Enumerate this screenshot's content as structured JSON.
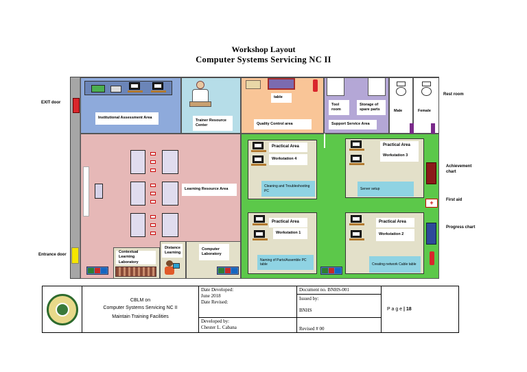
{
  "header": {
    "title": "Workshop Layout",
    "subtitle": "Computer Systems Servicing NC II"
  },
  "outside_labels": {
    "exit_door": "EXIT door",
    "entrance_door": "Entrance door",
    "rest_room": "Rest room",
    "achievement_chart": "Achievement chart",
    "first_aid": "First aid",
    "progress_chart": "Progress chart"
  },
  "rooms": {
    "institutional_assessment": "Institutional Assessment Area",
    "trainer_resource": "Trainer Resource Center",
    "table": "table",
    "quality_control": "Quality Control area",
    "tool_room": "Tool room",
    "storage": "Storage of spare parts",
    "support_service": "Support Service Area",
    "male": "Male",
    "female": "Female",
    "learning_resource": "Learning Resource Area",
    "contextual_learning": "Contextual Learning Laboratory",
    "distance_learning": "Distance Learning",
    "computer_laboratory": "Computer Laboratory"
  },
  "workstations": [
    {
      "area": "Practical Area",
      "name": "Workstation 4",
      "caption": "Cleaning and Troubleshooting PC"
    },
    {
      "area": "Practical Area",
      "name": "Workstation 3",
      "caption": "Server setup"
    },
    {
      "area": "Practical Area",
      "name": "Workstation 1",
      "caption": "Naming of Parts/Assemble PC table"
    },
    {
      "area": "Practical Area",
      "name": "Workstation 2",
      "caption": "Creating network Cable table"
    }
  ],
  "footer": {
    "cblm_line1": "CBLM on",
    "cblm_line2": "Computer Systems Servicing NC II",
    "cblm_line3": "Maintain Training Facilities",
    "date_developed_label": "Date Developed:",
    "date_developed_value": "June 2018",
    "date_revised_label": "Date Revised:",
    "developed_by_label": "Developed by:",
    "developed_by_value": "Chester L. Cabana",
    "document_no": "Document no. BNHS-001",
    "issued_by_label": "Issued by:",
    "issued_by_value": "BNHS",
    "revised": "Revised # 00",
    "page_label": "P a g e",
    "page_number": "| 18"
  },
  "colors": {
    "assessment_blue": "#8eaadb",
    "trainer_cyan": "#b6dde8",
    "quality_orange": "#f9c597",
    "support_purple": "#b4a7d6",
    "learning_pink": "#e6b8b7",
    "practical_green": "#5cc84a",
    "workstation_tan": "#e3e0c9",
    "caption_cyan": "#8fd3e3",
    "door_red": "#d9262c",
    "door_yellow": "#f5e600",
    "wall_gray": "#a6a6a6"
  }
}
